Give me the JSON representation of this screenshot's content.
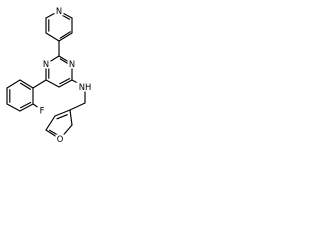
{
  "structure": {
    "atoms": {
      "pyridine_n": "N",
      "pyrimidine_n_top": "N",
      "pyrimidine_n_bottom": "N",
      "amine_nh": "NH",
      "fluorine": "F",
      "furan_o": "O"
    }
  }
}
